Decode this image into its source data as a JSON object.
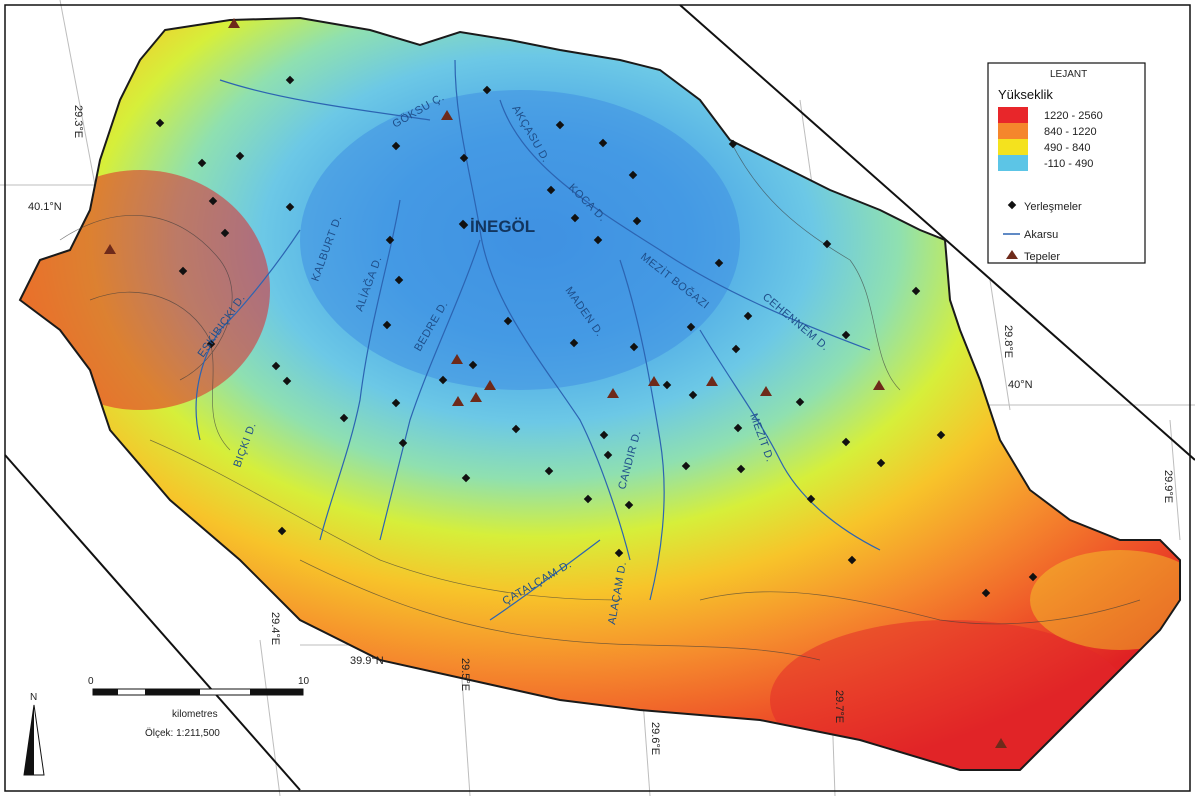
{
  "map": {
    "city": "İNEGÖL",
    "rivers": [
      "GÖKSU Ç.",
      "AKÇASU D.",
      "KOCA D.",
      "KALBURT D.",
      "ALİAĞA D.",
      "BEDRE D.",
      "MADEN D.",
      "MEZİT BOĞAZI",
      "CEHENNEM D.",
      "ESKİBIÇKI D.",
      "BIÇKI D.",
      "CANDIR D.",
      "MEZİT D.",
      "ÇATALÇAM D.",
      "ALAÇAM D."
    ],
    "coordinates": [
      "29.3°E",
      "40.1°N",
      "29.4°E",
      "39.9°N",
      "29.5°E",
      "29.6°E",
      "29.7°E",
      "29.8°E",
      "40°N",
      "29.9°E"
    ]
  },
  "legend": {
    "title": "LEJANT",
    "subtitle": "Yükseklik",
    "classes": [
      {
        "range": "1220  -  2560",
        "color": "#e8262a"
      },
      {
        "range": "840  -  1220",
        "color": "#f5862c"
      },
      {
        "range": "490  -  840",
        "color": "#f4e21e"
      },
      {
        "range": "-110  -  490",
        "color": "#5cc5e6"
      }
    ],
    "symbols": [
      {
        "label": "Yerleşmeler",
        "icon": "diamond-icon"
      },
      {
        "label": "Akarsu",
        "icon": "line-icon"
      },
      {
        "label": "Tepeler",
        "icon": "triangle-icon"
      }
    ]
  },
  "scale": {
    "start": "0",
    "end": "10",
    "unit": "kilometres",
    "ratio": "Ölçek: 1:211,500"
  },
  "north_arrow": {
    "label": "N"
  }
}
